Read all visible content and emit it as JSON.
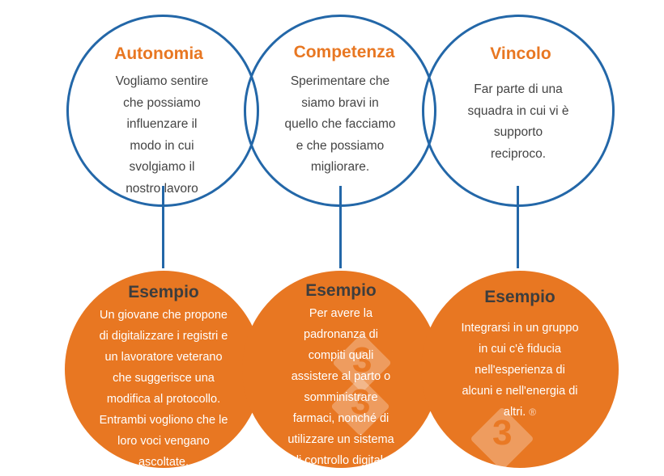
{
  "rings": [
    {
      "title": "Autonomia",
      "lines": [
        "Vogliamo sentire",
        "che possiamo",
        "influenzare il",
        "modo in cui",
        "svolgiamo il",
        "nostro lavoro"
      ]
    },
    {
      "title": "Competenza",
      "lines": [
        "Sperimentare che",
        "siamo bravi in",
        "quello che facciamo",
        "e che possiamo",
        "migliorare."
      ]
    },
    {
      "title": "Vincolo",
      "lines": [
        "Far parte di una",
        "squadra in cui vi è",
        "supporto",
        "reciproco."
      ]
    }
  ],
  "examples": [
    {
      "title": "Esempio",
      "lines": [
        "Un giovane che propone",
        "di digitalizzare i registri e",
        "un lavoratore veterano",
        "che suggerisce una",
        "modifica al protocollo.",
        "Entrambi vogliono che le",
        "loro voci vengano",
        "ascoltate."
      ]
    },
    {
      "title": "Esempio",
      "lines": [
        "Per avere la",
        "padronanza di",
        "compiti quali",
        "assistere al parto o",
        "somministrare",
        "farmaci, nonché di",
        "utilizzare un sistema",
        "di controllo digitale"
      ]
    },
    {
      "title": "Esempio",
      "lines": [
        "Integrarsi in un gruppo",
        "in cui c'è fiducia",
        "nell'esperienza di",
        "alcuni e nell'energia di",
        "altri."
      ],
      "mark": "®"
    }
  ],
  "watermark": {
    "digits": [
      "3",
      "3",
      "3"
    ]
  },
  "colors": {
    "blue": "#2367a8",
    "orange": "#e87722",
    "dark_text": "#3d3d3d"
  }
}
